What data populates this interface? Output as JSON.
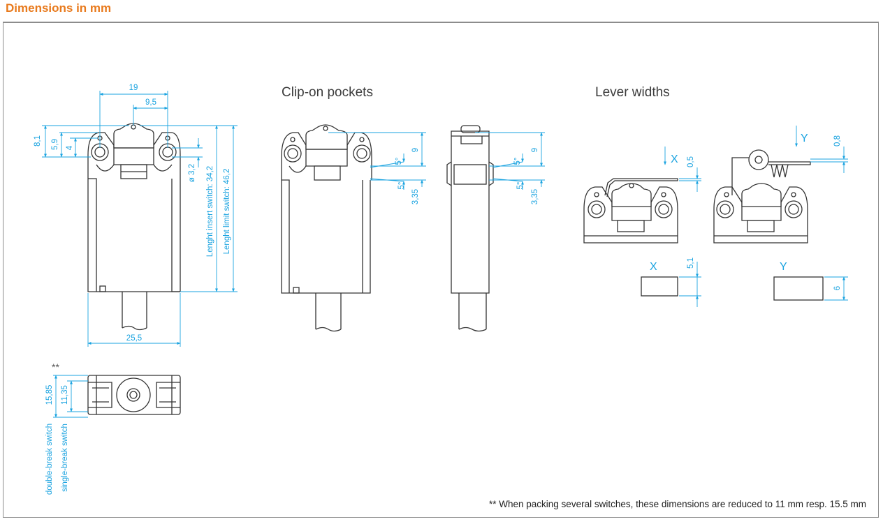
{
  "header": {
    "title": "Dimensions in mm"
  },
  "sections": {
    "clip_on": "Clip-on pockets",
    "lever": "Lever widths"
  },
  "footnote": "** When packing several switches, these dimensions are reduced to 11 mm resp. 15.5 mm",
  "front": {
    "w19": "19",
    "w95": "9,5",
    "h81": "8,1",
    "h59": "5,9",
    "h4": "4",
    "d32": "ø 3,2",
    "insert": "Lenght insert switch: 34,2",
    "limit": "Lenght limit switch: 46,2",
    "w255": "25,5"
  },
  "clip": {
    "d9": "9",
    "a5a": "5°",
    "a5b": "5°",
    "d335": "3,35"
  },
  "side": {
    "d9": "9",
    "a5a": "5°",
    "a5b": "5°",
    "d335": "3,35"
  },
  "lever": {
    "x_label": "X",
    "y_label": "Y",
    "d05": "0,5",
    "d08": "0,8",
    "x_label2": "X",
    "y_label2": "Y",
    "d51": "5,1",
    "d6": "6"
  },
  "bottom": {
    "stars": "**",
    "d1585": "15,85",
    "d1135": "11,35",
    "double": "double-break switch",
    "single": "single-break switch"
  },
  "colors": {
    "accent": "#e87a1d",
    "dimension": "#1aa3e0",
    "outline": "#333333"
  }
}
